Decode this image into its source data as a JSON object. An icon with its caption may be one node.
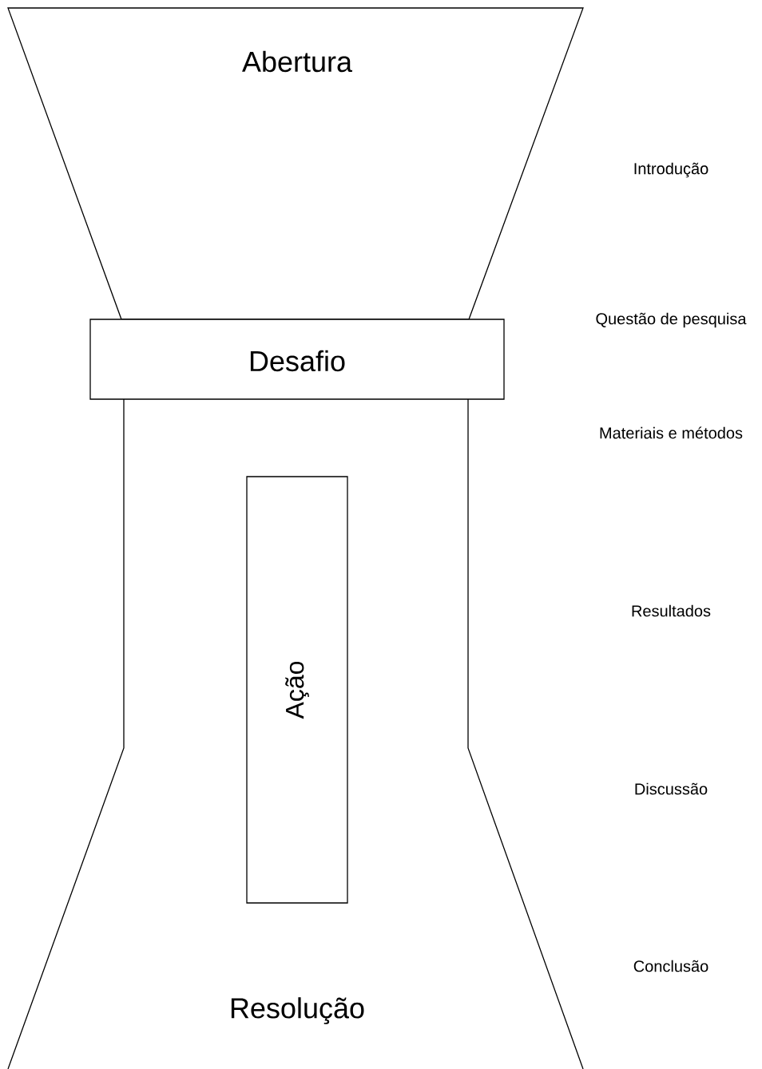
{
  "diagram": {
    "nodes": [
      {
        "text": [
          "Abertura"
        ]
      },
      {
        "text": [
          "Desafio"
        ]
      },
      {
        "text": [
          "Resolução"
        ]
      },
      {
        "text": [
          "Ação"
        ],
        "in": 2
      }
    ],
    "labels": [
      "Introdução",
      "Questão de pesquisa",
      "Materiais e métodos",
      "Resultados",
      "Discussão",
      "Conclusão"
    ]
  }
}
